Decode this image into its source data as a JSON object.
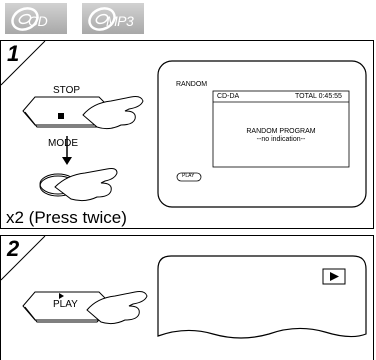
{
  "badges": {
    "cd": "CD",
    "mp3": "MP3"
  },
  "step1": {
    "number": "1",
    "stop_label": "STOP",
    "mode_label": "MODE",
    "press_note": "x2 (Press twice)",
    "screen": {
      "random_label": "RANDOM",
      "disc_type": "CD-DA",
      "total_time": "TOTAL 0:45:55",
      "program_title": "RANDOM PROGRAM",
      "program_note": "--no indication--",
      "play_tag": "PLAY"
    }
  },
  "step2": {
    "number": "2",
    "play_label": "PLAY"
  }
}
